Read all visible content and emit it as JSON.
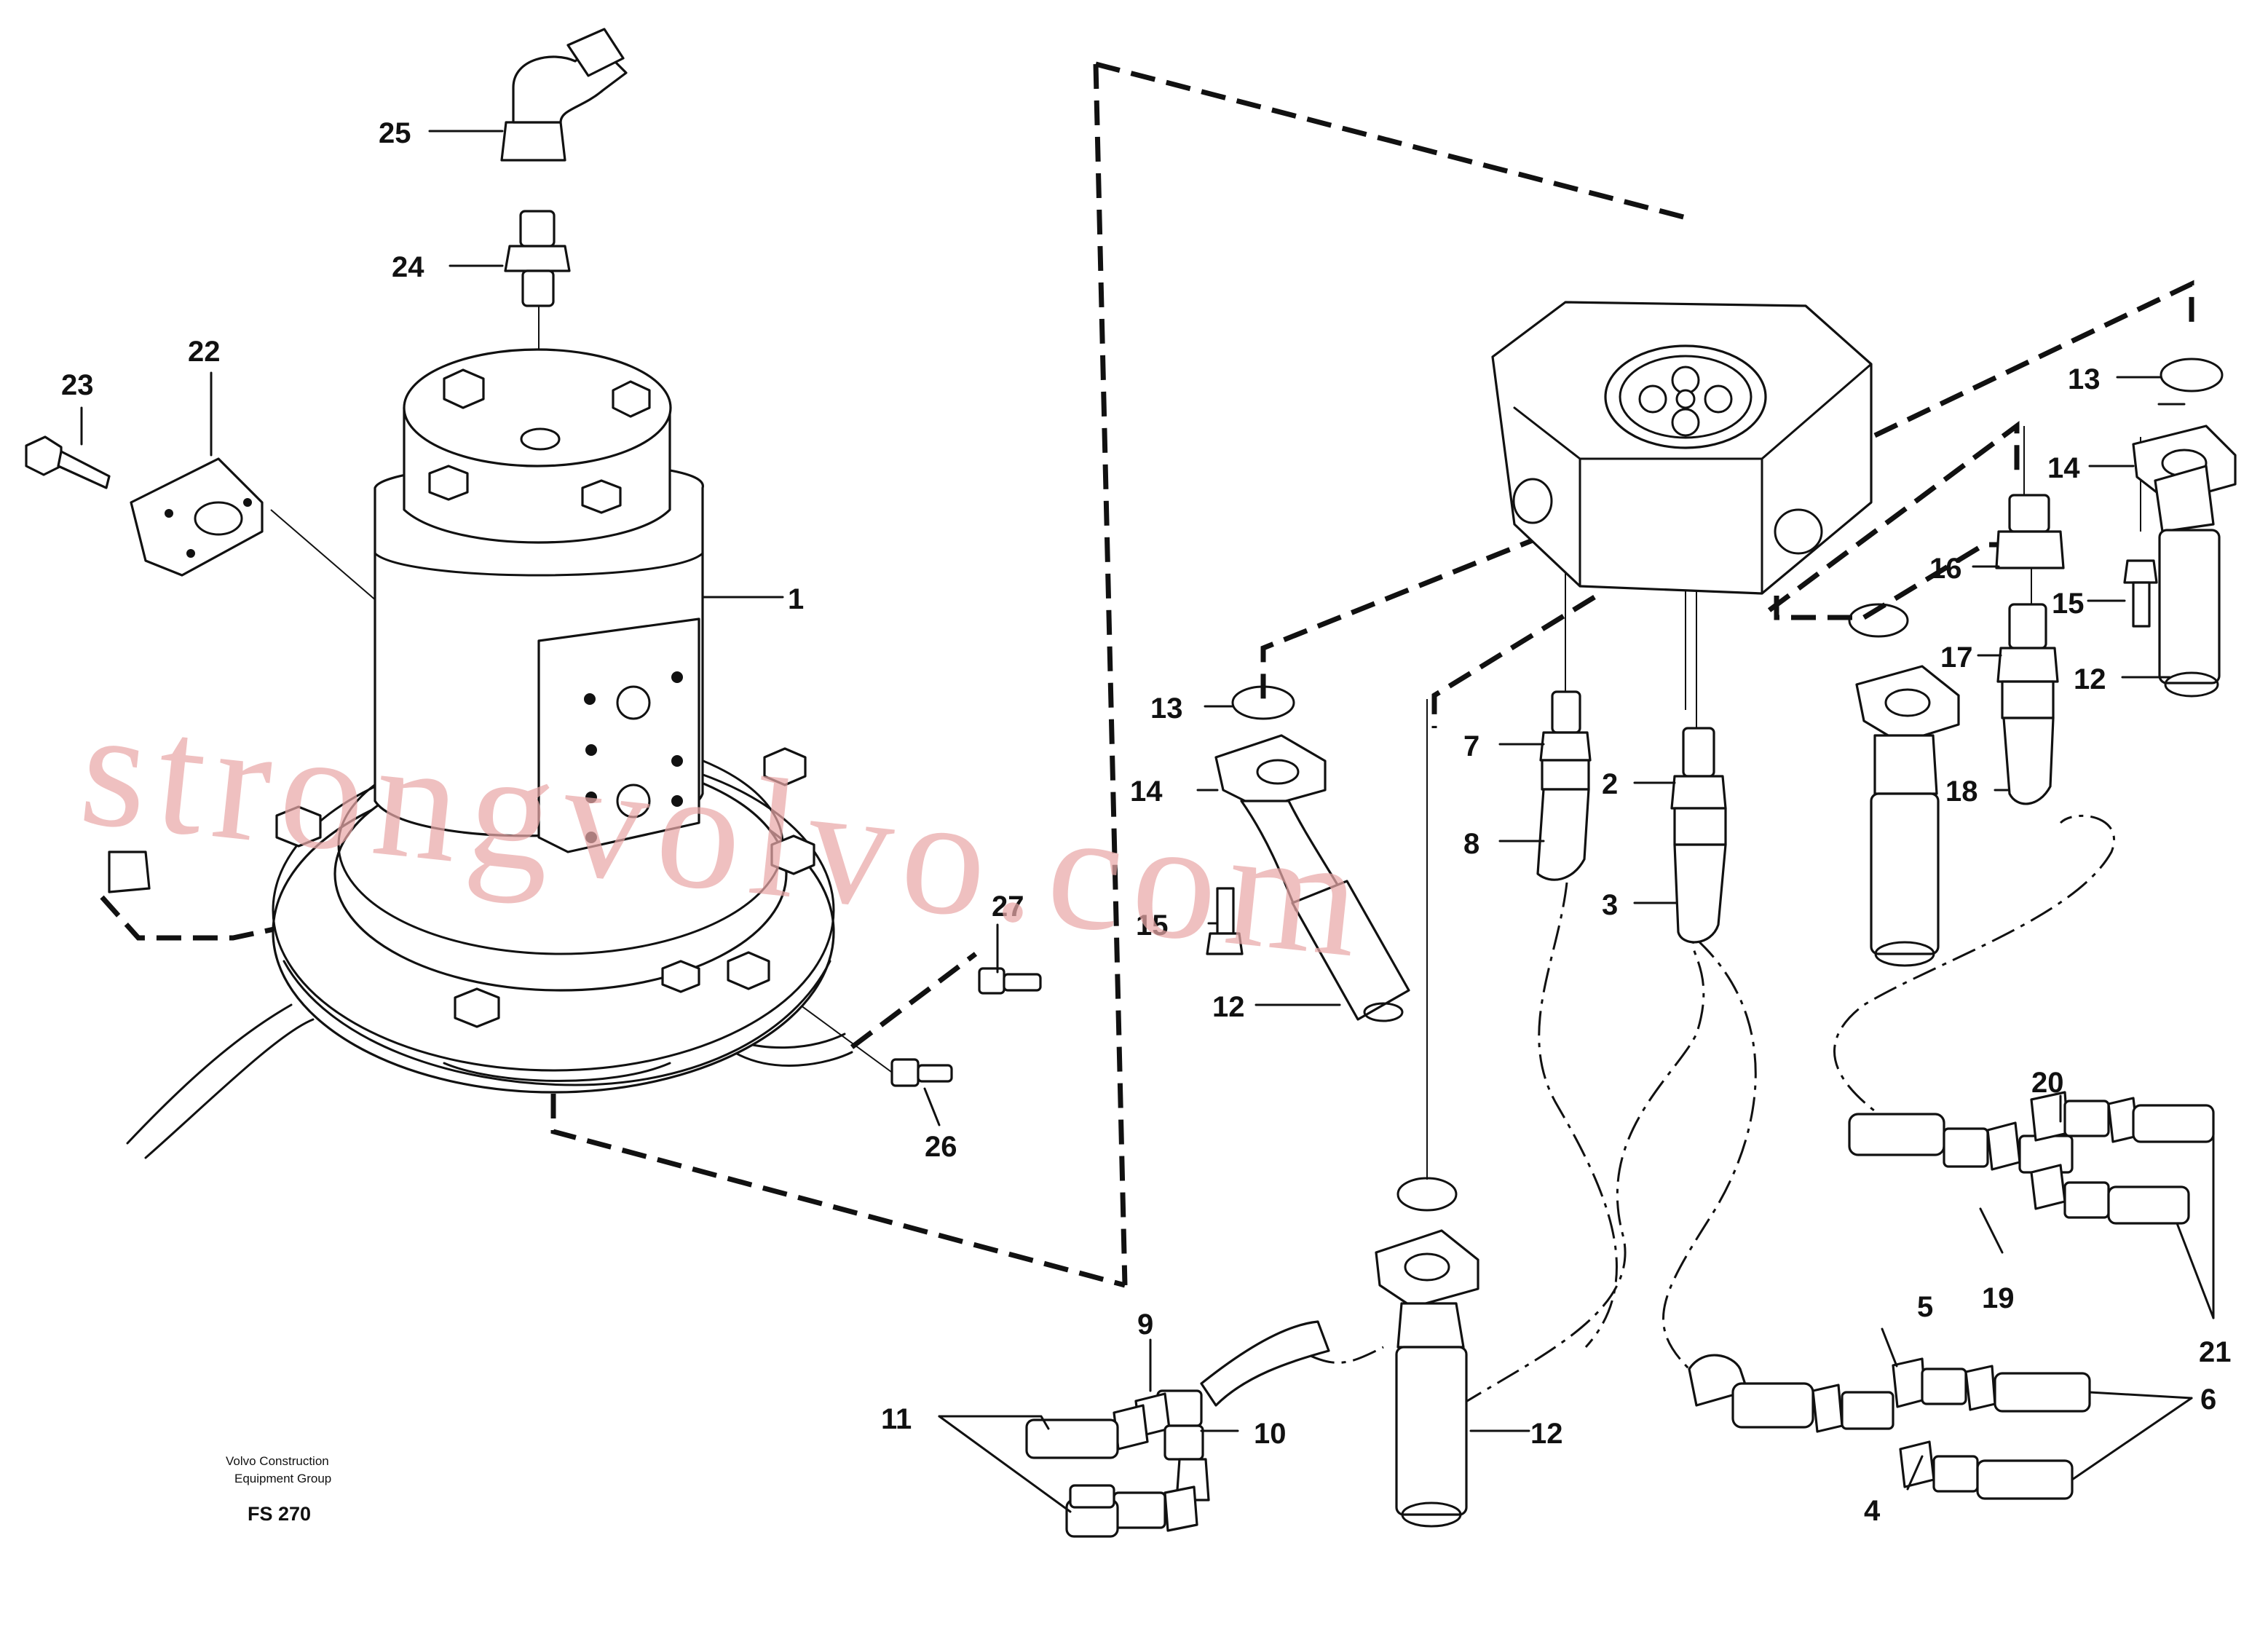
{
  "diagram": {
    "callouts": [
      "1",
      "2",
      "3",
      "4",
      "5",
      "6",
      "7",
      "8",
      "9",
      "10",
      "11",
      "12",
      "13",
      "14",
      "15",
      "16",
      "17",
      "18",
      "19",
      "20",
      "21",
      "22",
      "23",
      "24",
      "25",
      "26",
      "27"
    ],
    "brand_line1": "Volvo Construction",
    "brand_line2": "Equipment Group",
    "figure_code": "FS 270",
    "watermark": "strongvolvo.com"
  }
}
